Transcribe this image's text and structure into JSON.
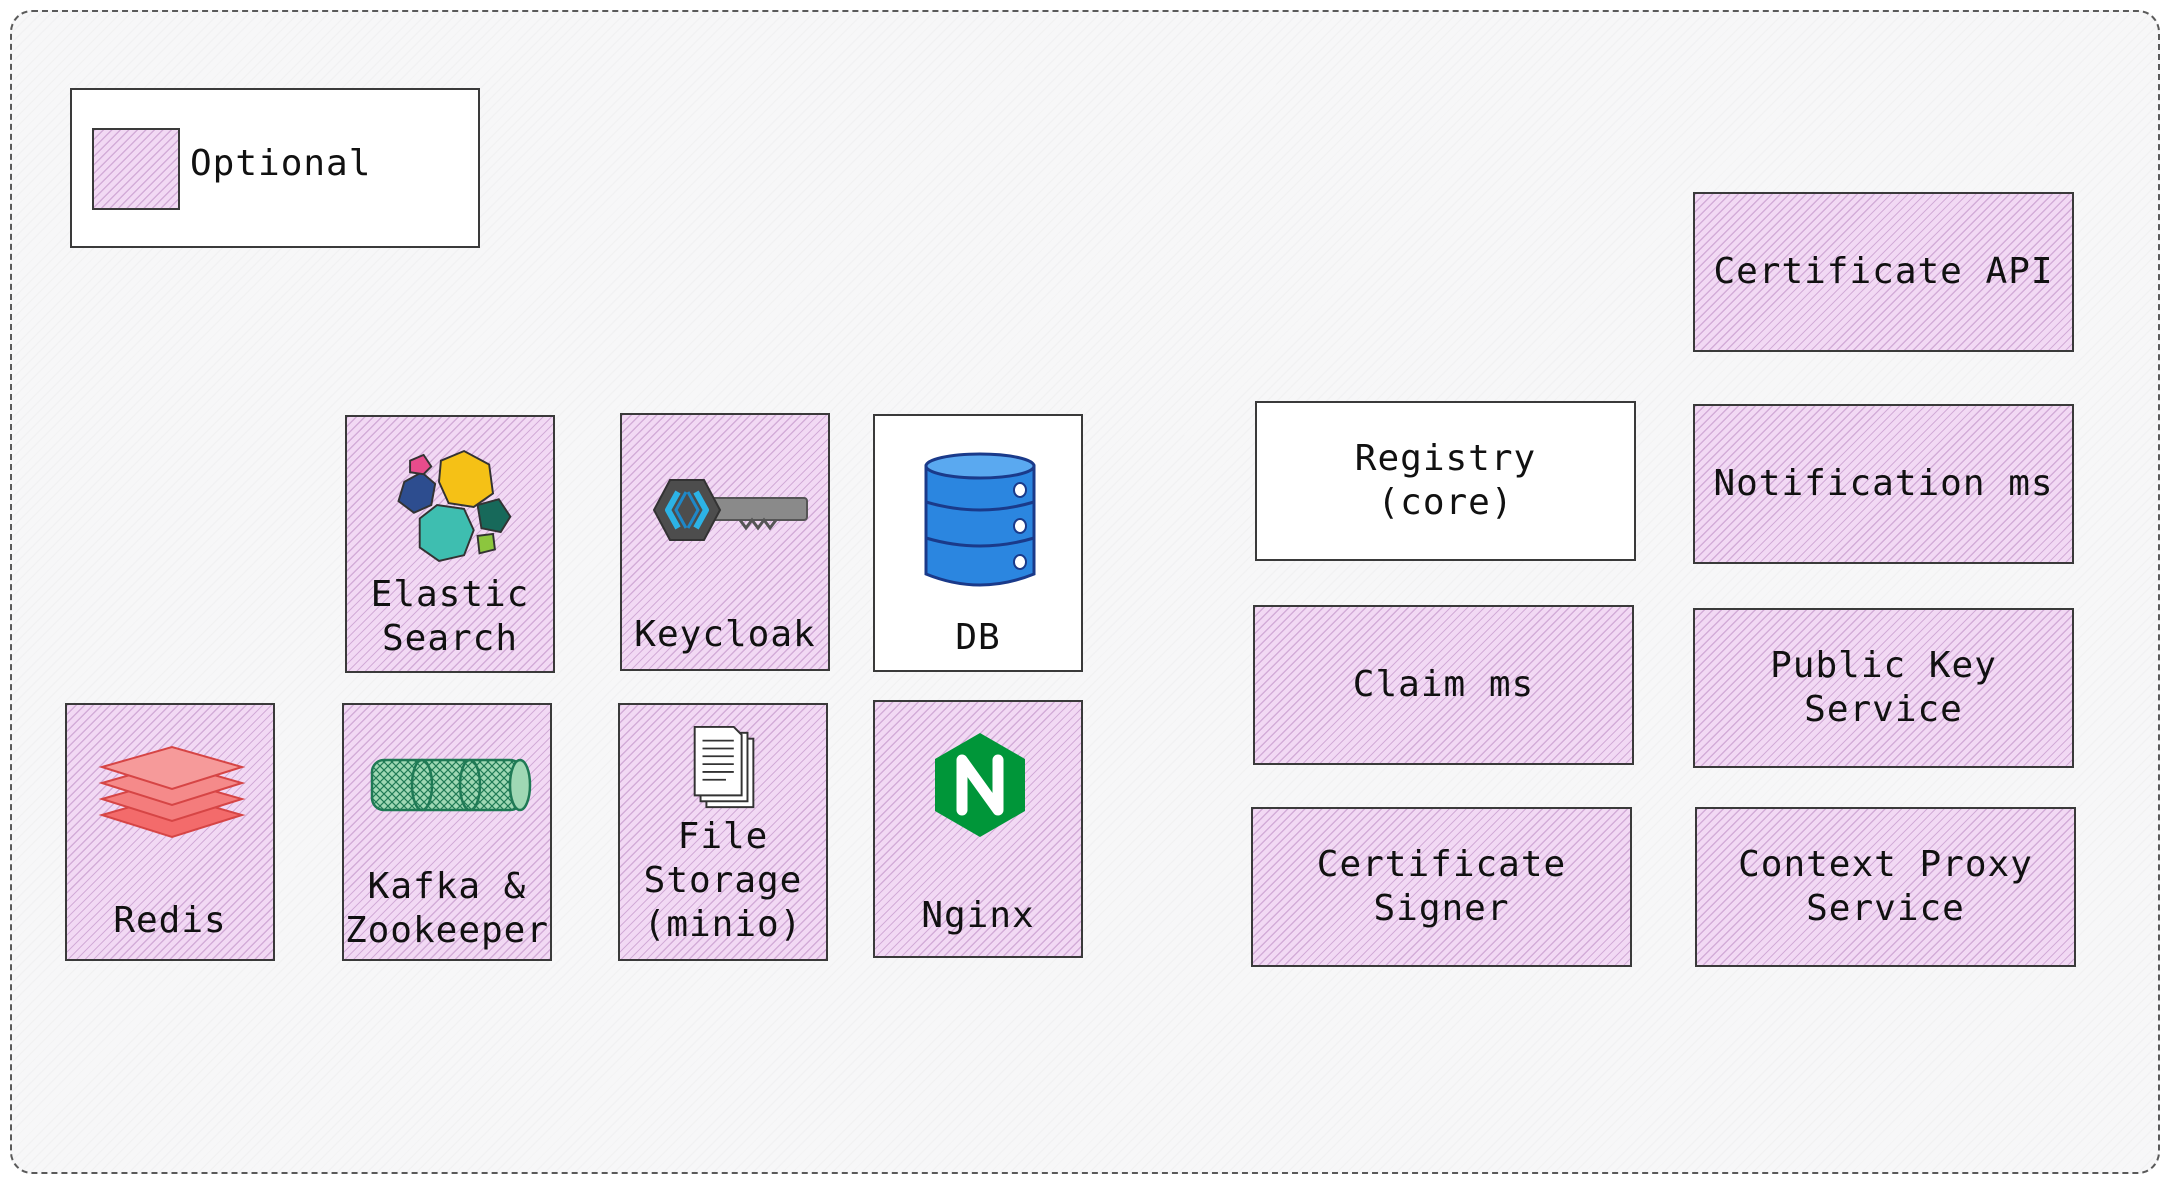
{
  "legend": {
    "optional_label": "Optional"
  },
  "components": {
    "elastic_search": {
      "label": "Elastic\nSearch",
      "icon": "elasticsearch-icon",
      "optional": true
    },
    "keycloak": {
      "label": "Keycloak",
      "icon": "keycloak-icon",
      "optional": true
    },
    "db": {
      "label": "DB",
      "icon": "database-icon",
      "optional": false
    },
    "redis": {
      "label": "Redis",
      "icon": "redis-layers-icon",
      "optional": true
    },
    "kafka": {
      "label": "Kafka &\nZookeeper",
      "icon": "kafka-tube-icon",
      "optional": true
    },
    "file_storage": {
      "label": "File\nStorage\n(minio)",
      "icon": "documents-icon",
      "optional": true
    },
    "nginx": {
      "label": "Nginx",
      "icon": "nginx-icon",
      "optional": true
    },
    "registry": {
      "label": "Registry\n(core)",
      "optional": false
    },
    "claim": {
      "label": "Claim ms",
      "optional": true
    },
    "certificate_signer": {
      "label": "Certificate\nSigner",
      "optional": true
    },
    "certificate_api": {
      "label": "Certificate API",
      "optional": true
    },
    "notification": {
      "label": "Notification ms",
      "optional": true
    },
    "public_key": {
      "label": "Public Key\nService",
      "optional": true
    },
    "context_proxy": {
      "label": "Context Proxy\nService",
      "optional": true
    }
  },
  "colors": {
    "optional_fill": "#f2d9f4",
    "optional_hatch": "#8c4696",
    "border": "#3a3a3a",
    "frame_border": "#5a5a5a"
  }
}
